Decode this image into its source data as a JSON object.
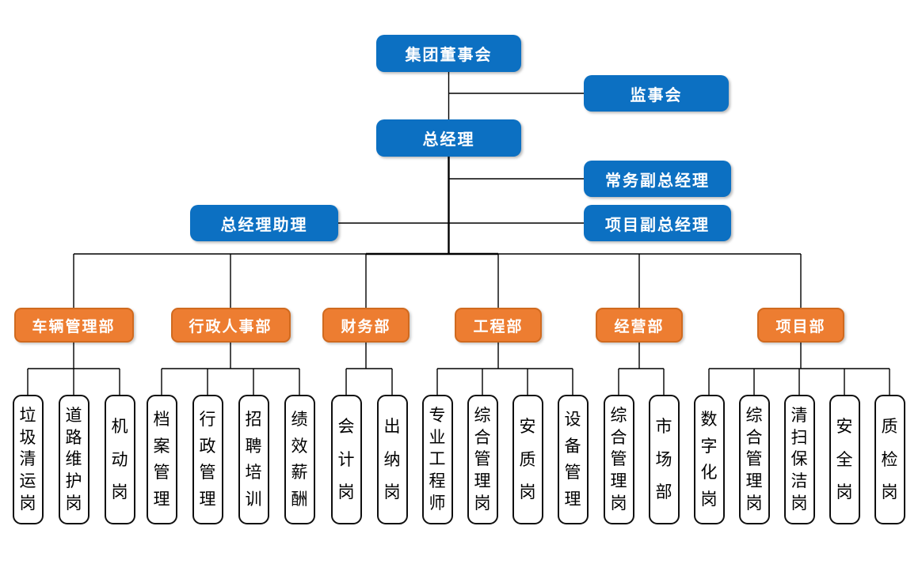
{
  "diagram": {
    "type": "org-chart",
    "colors": {
      "level_box_fill": "#0C70C2",
      "dept_box_fill": "#ED7D31",
      "dept_box_border": "#D06A1F",
      "position_box_border": "#0F0F0F",
      "connector_line": "#000000",
      "text_on_color": "#FFFFFF",
      "position_text": "#000000"
    },
    "top_nodes": {
      "board": "集团董事会",
      "supervisory": "监事会",
      "general_manager": "总经理",
      "executive_deputy_gm": "常务副总经理",
      "gm_assistant": "总经理助理",
      "project_deputy_gm": "项目副总经理"
    },
    "departments": [
      {
        "label": "车辆管理部",
        "children": [
          "垃圾清运岗",
          "道路维护岗",
          "机动岗"
        ]
      },
      {
        "label": "行政人事部",
        "children": [
          "档案管理",
          "行政管理",
          "招聘培训",
          "绩效薪酬"
        ]
      },
      {
        "label": "财务部",
        "children": [
          "会计岗",
          "出纳岗"
        ]
      },
      {
        "label": "工程部",
        "children": [
          "专业工程师",
          "综合管理岗",
          "安质岗",
          "设备管理"
        ]
      },
      {
        "label": "经营部",
        "children": [
          "综合管理岗",
          "市场部"
        ]
      },
      {
        "label": "项目部",
        "children": [
          "数字化岗",
          "综合管理岗",
          "清扫保洁岗",
          "安全岗",
          "质检岗"
        ]
      }
    ]
  }
}
